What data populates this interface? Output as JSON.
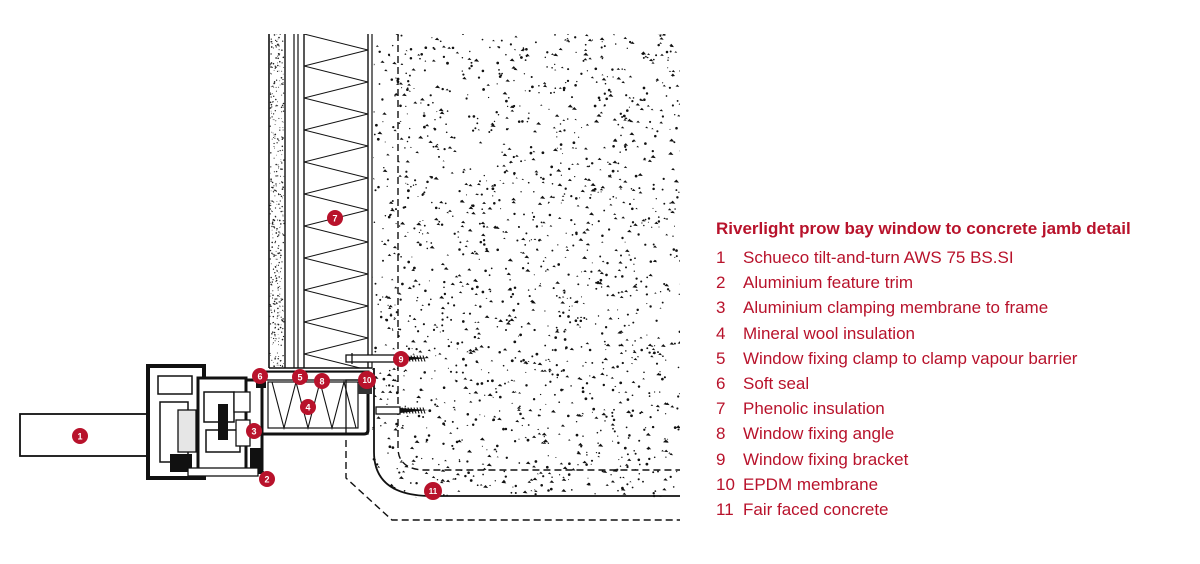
{
  "title": "Riverlight prow bay window to concrete jamb detail",
  "accent_color": "#b8122b",
  "legend": [
    {
      "num": "1",
      "label": "Schueco tilt-and-turn AWS 75 BS.SI"
    },
    {
      "num": "2",
      "label": "Aluminium feature trim"
    },
    {
      "num": "3",
      "label": "Aluminium clamping membrane to frame"
    },
    {
      "num": "4",
      "label": "Mineral wool insulation"
    },
    {
      "num": "5",
      "label": "Window fixing clamp to clamp vapour barrier"
    },
    {
      "num": "6",
      "label": "Soft seal"
    },
    {
      "num": "7",
      "label": "Phenolic insulation"
    },
    {
      "num": "8",
      "label": "Window fixing angle"
    },
    {
      "num": "9",
      "label": "Window fixing bracket"
    },
    {
      "num": "10",
      "label": "EPDM membrane"
    },
    {
      "num": "11",
      "label": "Fair faced concrete"
    }
  ],
  "markers": [
    "1",
    "2",
    "3",
    "4",
    "5",
    "6",
    "7",
    "8",
    "9",
    "10",
    "11"
  ]
}
